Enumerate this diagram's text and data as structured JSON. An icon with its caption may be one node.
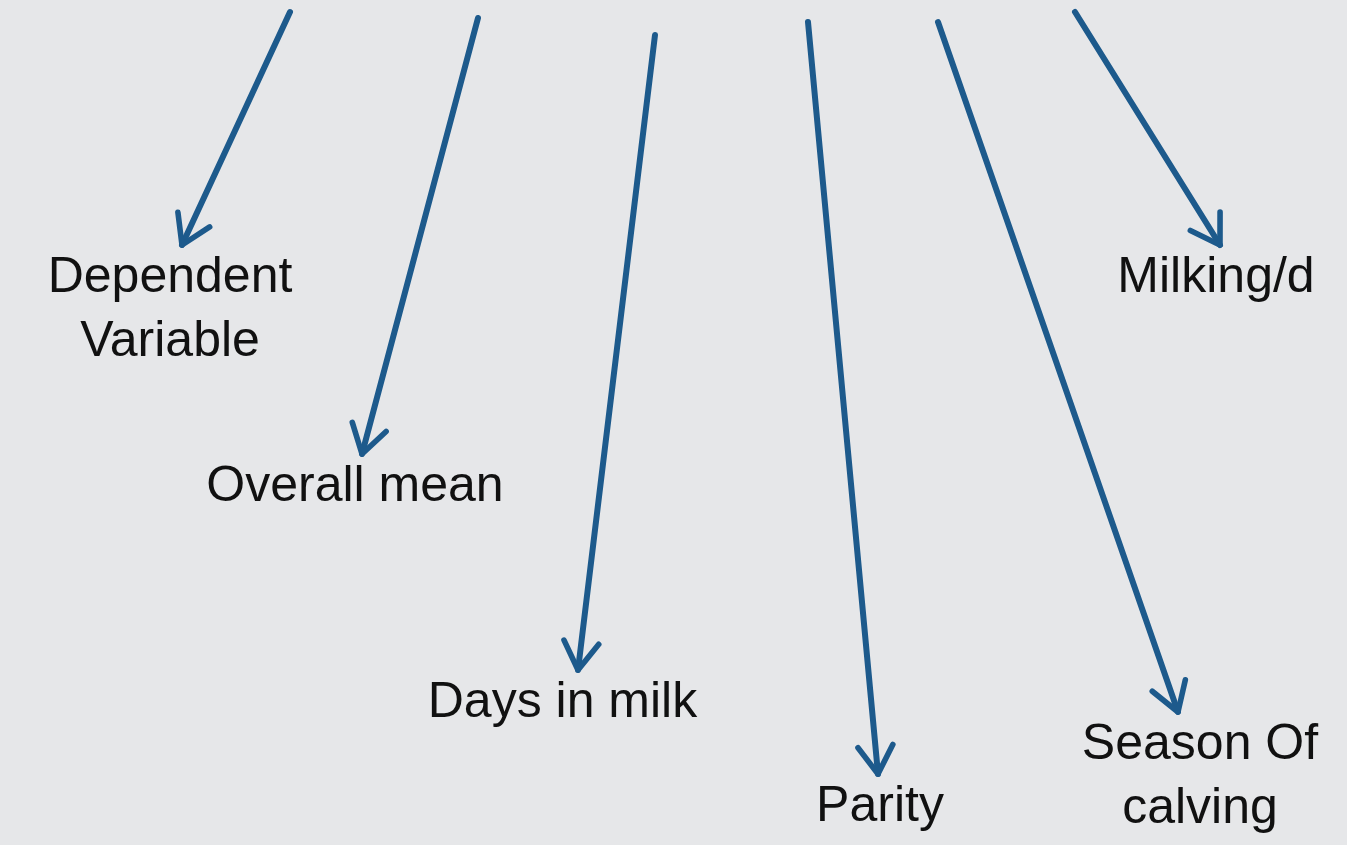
{
  "diagram": {
    "nodes": [
      {
        "text": [
          "Dependent Variable"
        ]
      },
      {
        "text": [
          "Overall mean"
        ]
      },
      {
        "text": [
          "Days in milk"
        ]
      },
      {
        "text": [
          "Parity"
        ]
      },
      {
        "text": [
          "Season Of calving"
        ]
      },
      {
        "text": [
          "Milking/d"
        ]
      }
    ],
    "edges": [
      {
        "from": null,
        "to": 0,
        "arrow": "to"
      },
      {
        "from": null,
        "to": 1,
        "arrow": "to"
      },
      {
        "from": null,
        "to": 2,
        "arrow": "to"
      },
      {
        "from": null,
        "to": 3,
        "arrow": "to"
      },
      {
        "from": null,
        "to": 4,
        "arrow": "to"
      },
      {
        "from": null,
        "to": 5,
        "arrow": "to"
      }
    ]
  }
}
